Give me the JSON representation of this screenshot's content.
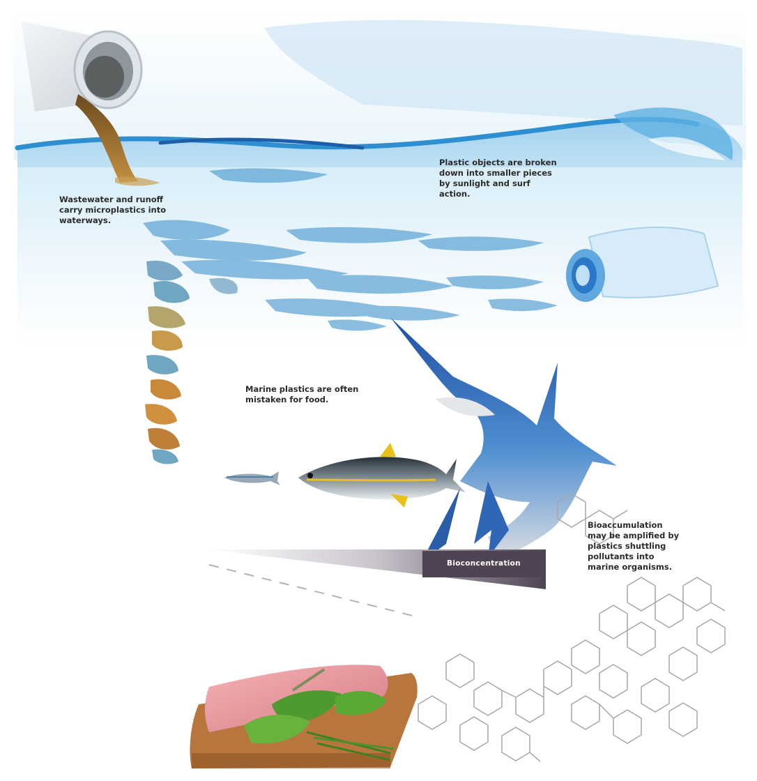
{
  "captions": {
    "runoff": [
      "Wastewater and runoff",
      "carry microplastics into",
      "waterways."
    ],
    "breakdown": [
      "Plastic objects are broken",
      "down into smaller pieces",
      "by sunlight and surf",
      "action."
    ],
    "food": [
      "Marine plastics are often",
      "mistaken for food."
    ],
    "biomagnification": [
      "Bioaccumulation",
      "may be amplified by",
      "plastics shuttling",
      "pollutants into",
      "marine organisms."
    ]
  },
  "bioconcentration_label": "Bioconcentration",
  "colors": {
    "water": "#2e8fd0",
    "water_light": "#bfe2f5",
    "sediment": "#a8742a",
    "wedge": "#4e4454",
    "tuna_fin": "#e6c21a",
    "salmon": "#e7929a",
    "board": "#b9763c",
    "greens": "#4e9a2e"
  },
  "icons": [
    "drain-pipe-icon",
    "plastic-bottle-icon",
    "sardine-icon",
    "tuna-icon",
    "marlin-icon",
    "molecule-icon",
    "fish-fillet-icon",
    "cutting-board-icon",
    "herbs-icon"
  ]
}
